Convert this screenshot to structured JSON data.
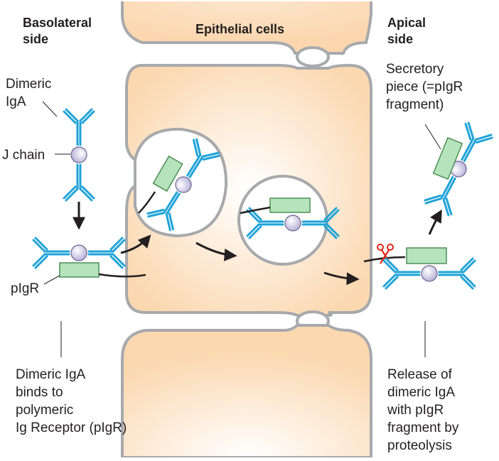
{
  "labels": {
    "basolateral_line1": "Basolateral",
    "basolateral_line2": "side",
    "epithelial_cells": "Epithelial cells",
    "apical_line1": "Apical",
    "apical_line2": "side",
    "dimeric_line1": "Dimeric",
    "dimeric_line2": "IgA",
    "j_chain": "J chain",
    "pigr": "pIgR",
    "secretory_line1": "Secretory",
    "secretory_line2": "piece (=pIgR",
    "secretory_line3": "fragment)",
    "caption_left_1": "Dimeric IgA",
    "caption_left_2": "binds to",
    "caption_left_3": "polymeric",
    "caption_left_4": "Ig Receptor (pIgR)",
    "caption_right_1": "Release of",
    "caption_right_2": "dimeric IgA",
    "caption_right_3": "with pIgR",
    "caption_right_4": "fragment by",
    "caption_right_5": "proteolysis"
  },
  "colors": {
    "cell_fill": "#fde2c0",
    "cell_outline": "#a7a9ac",
    "antibody": "#1fa3d8",
    "receptor_fill": "#b6e3bc",
    "receptor_stroke": "#4d8f56",
    "j_chain_fill": "#d9d4ea",
    "arrow": "#231f20",
    "scissors": "#e2231a"
  },
  "icons": {
    "cleavage": "scissors-icon"
  }
}
